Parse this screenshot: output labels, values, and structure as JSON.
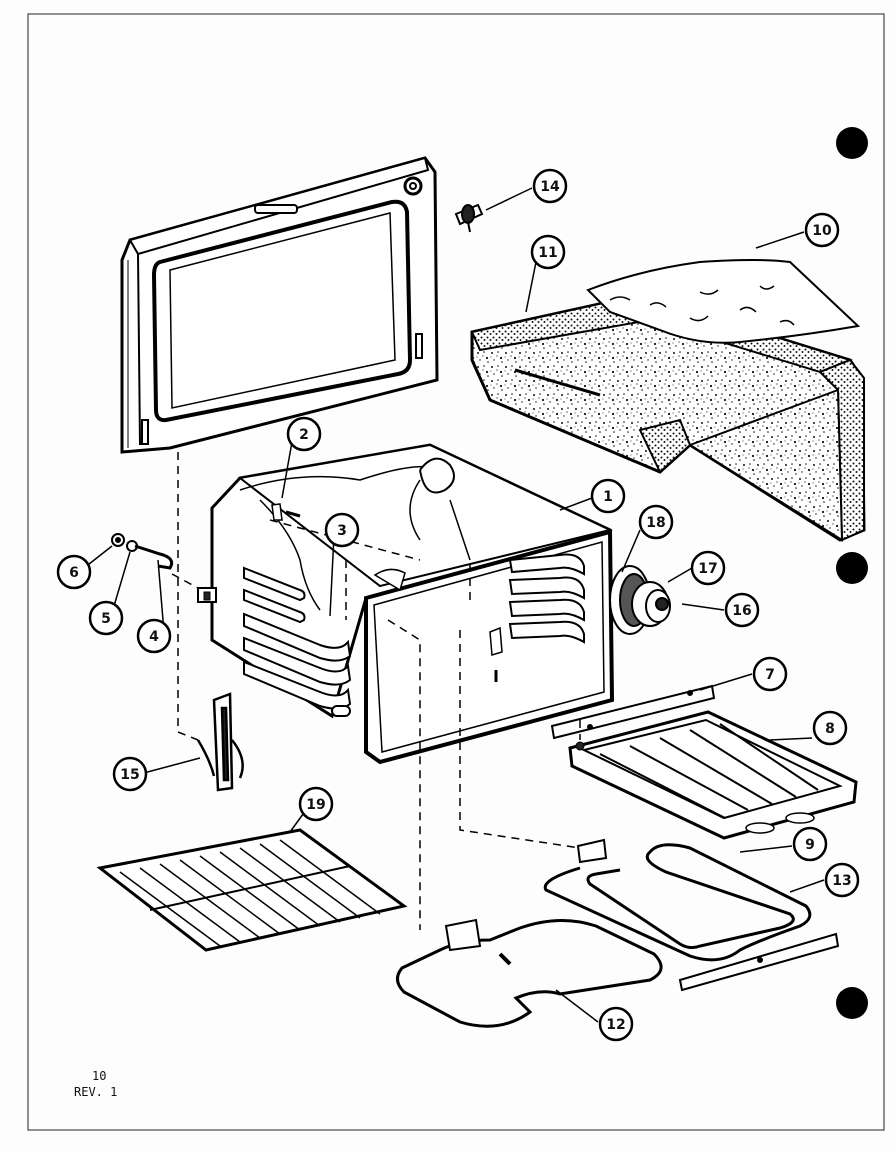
{
  "diagram": {
    "callouts": [
      "1",
      "2",
      "3",
      "4",
      "5",
      "6",
      "7",
      "8",
      "9",
      "10",
      "11",
      "12",
      "13",
      "14",
      "15",
      "16",
      "17",
      "18",
      "19"
    ]
  },
  "footer": {
    "page_number": "10",
    "revision": "REV. 1"
  }
}
